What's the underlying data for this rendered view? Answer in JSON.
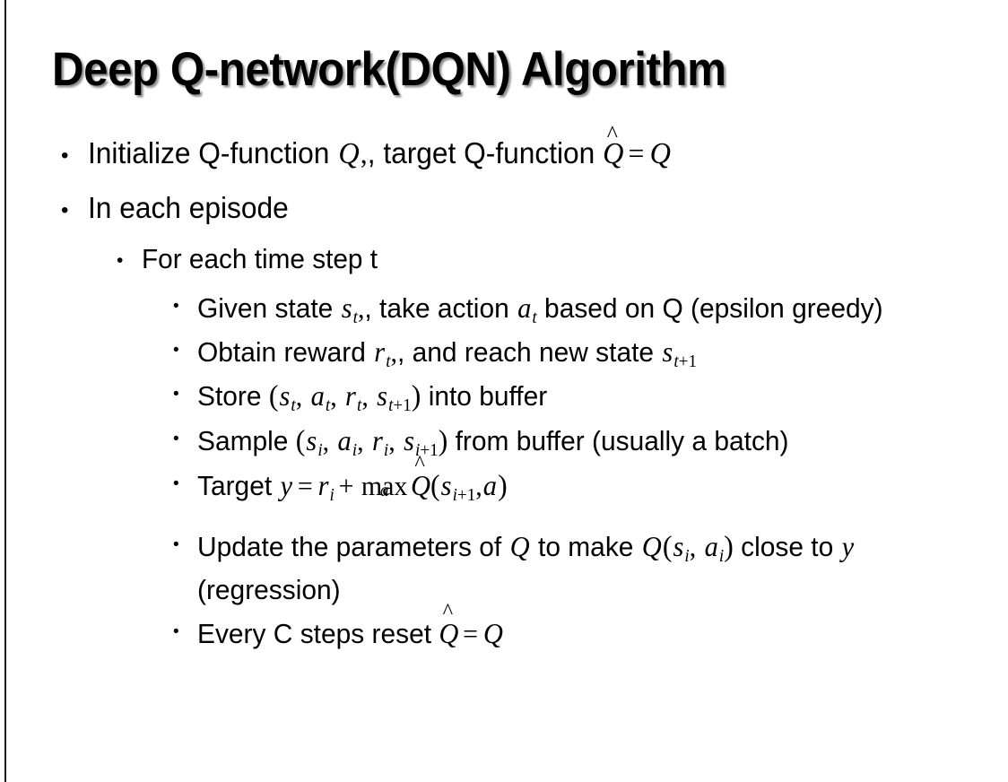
{
  "slide": {
    "title": "Deep Q-network(DQN) Algorithm",
    "background_color": "#ffffff",
    "text_color": "#000000",
    "rule_color": "#1a1a1a",
    "bullets": {
      "initialize_pre": "Initialize Q-function ",
      "initialize_mid": ", target Q-function ",
      "in_each_episode": "In each episode",
      "for_each_time_step": "For each time step t",
      "given_state_pre": "Given state ",
      "given_state_mid": ", take action ",
      "given_state_post": " based on Q (epsilon greedy)",
      "obtain_reward_pre": "Obtain reward ",
      "obtain_reward_mid": ", and reach new state ",
      "store_pre": "Store ",
      "store_post": " into buffer",
      "sample_pre": "Sample ",
      "sample_post": " from buffer (usually a batch)",
      "target_pre": "Target ",
      "update_pre": "Update the parameters of ",
      "update_mid": " to make ",
      "update_post": " close to ",
      "update_end": " (regression)",
      "every_c_pre": "Every C steps reset "
    },
    "symbols": {
      "Q": "Q",
      "Q_hat": "Q",
      "hat": "^",
      "s": "s",
      "a": "a",
      "r": "r",
      "y": "y",
      "t": "t",
      "i": "i",
      "one": "1",
      "plus": "+",
      "equals": "=",
      "comma": ",",
      "paren_open": "(",
      "paren_close": ")",
      "max": "max"
    },
    "bullet_glyph": "•"
  }
}
